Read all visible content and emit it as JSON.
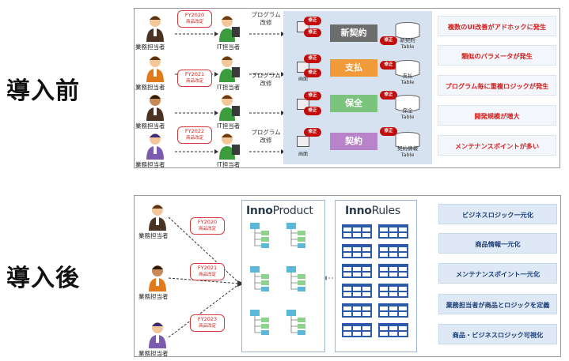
{
  "labels": {
    "before": "導入前",
    "after": "導入後"
  },
  "person_caption": "業務担当者",
  "it_caption": "IT担当者",
  "program_caption_line1": "プログラム",
  "program_caption_line2": "改修",
  "screen_caption": "画面",
  "fix_label": "修正",
  "before_rows": [
    {
      "fy": "FY2020",
      "sub": "商品改定",
      "module": "新契約",
      "color": "#6d6d6d",
      "db": "新契約",
      "db2": "Table"
    },
    {
      "fy": "FY2021",
      "sub": "商品改定",
      "module": "支払",
      "color": "#f09a3a",
      "db": "支払",
      "db2": "Table"
    },
    {
      "fy": "FY2022",
      "sub": "商品改定",
      "module": "保全",
      "color": "#7cc47e",
      "db": "保全",
      "db2": "Table"
    },
    {
      "fy": "FY2022",
      "sub": "商品改定",
      "module": "契約",
      "color": "#b884c9",
      "db": "契約情報",
      "db2": "Table"
    }
  ],
  "issues": [
    "複数のUI改善がアドホックに発生",
    "類似のパラメータが発生",
    "プログラム毎に重複ロジックが発生",
    "開発規模が増大",
    "メンテナンスポイントが多い"
  ],
  "after_rows": [
    {
      "fy": "FY2020",
      "sub": "商品改定"
    },
    {
      "fy": "FY2021",
      "sub": "商品改定"
    },
    {
      "fy": "FY2023",
      "sub": "商品改定"
    }
  ],
  "inno_product": {
    "bold": "Inno",
    "light": "Product"
  },
  "inno_rules": {
    "bold": "Inno",
    "light": "Rules"
  },
  "benefits": [
    "ビジネスロジック一元化",
    "商品情報一元化",
    "メンテナンスポイント一元化",
    "業務担当者が商品とロジックを定義",
    "商品・ビジネスロジック可視化"
  ]
}
